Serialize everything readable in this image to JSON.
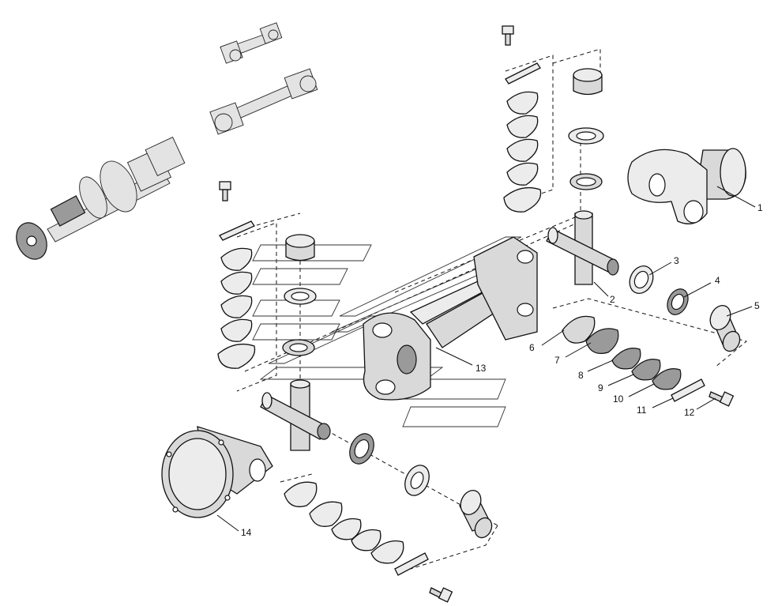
{
  "diagram": {
    "type": "exploded-parts-view",
    "callouts": [
      {
        "id": "1",
        "text": "1"
      },
      {
        "id": "2",
        "text": "2"
      },
      {
        "id": "3",
        "text": "3"
      },
      {
        "id": "4",
        "text": "4"
      },
      {
        "id": "5",
        "text": "5"
      },
      {
        "id": "6",
        "text": "6"
      },
      {
        "id": "7",
        "text": "7"
      },
      {
        "id": "8",
        "text": "8"
      },
      {
        "id": "9",
        "text": "9"
      },
      {
        "id": "10",
        "text": "10"
      },
      {
        "id": "11",
        "text": "11"
      },
      {
        "id": "12",
        "text": "12"
      },
      {
        "id": "13",
        "text": "13"
      },
      {
        "id": "14",
        "text": "14"
      }
    ]
  }
}
